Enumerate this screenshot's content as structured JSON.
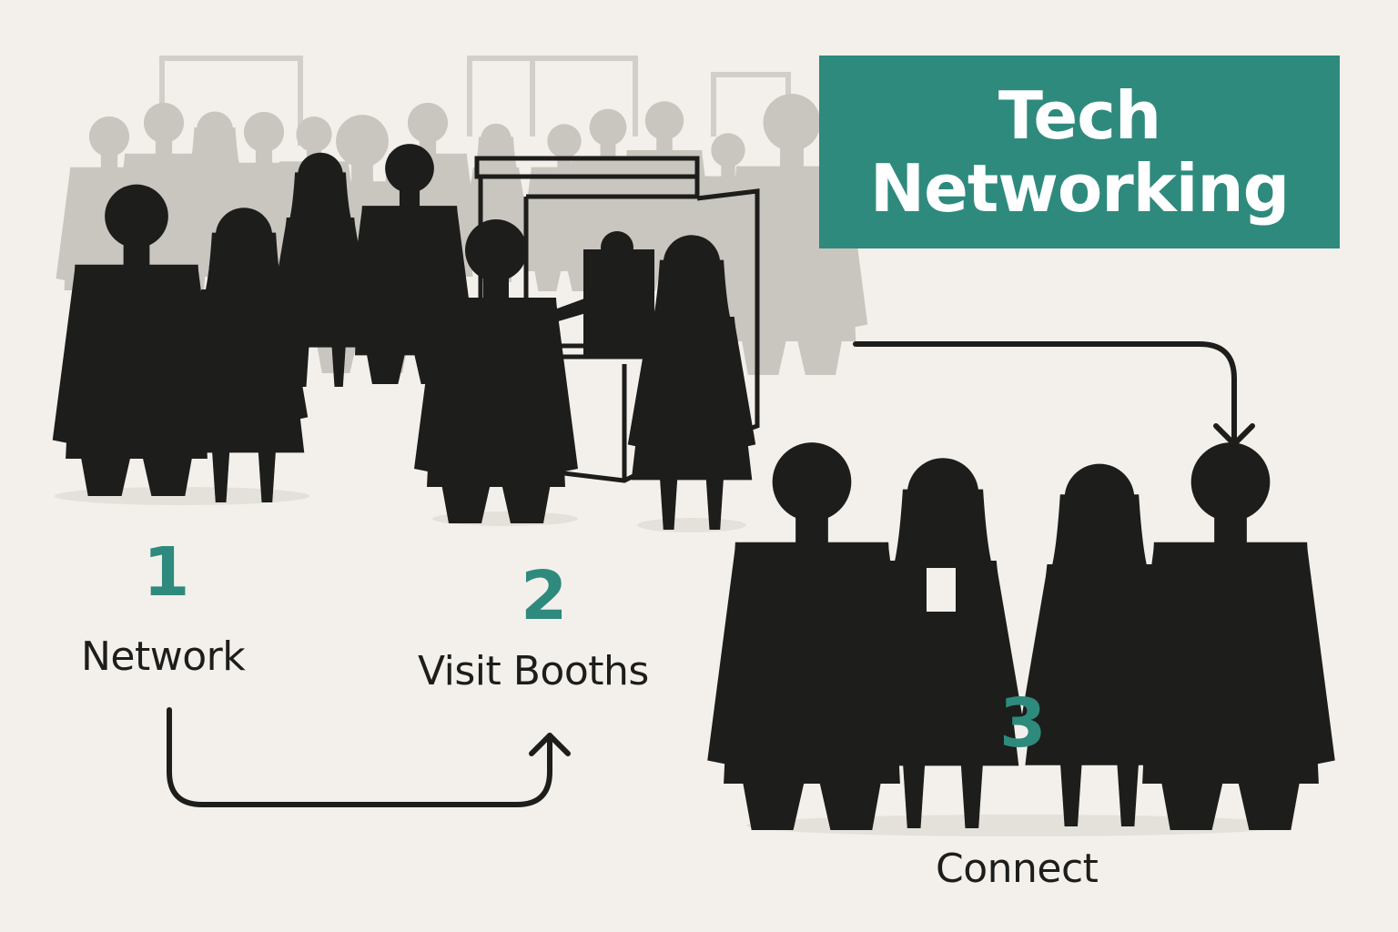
{
  "title": {
    "line1": "Tech",
    "line2": "Networking"
  },
  "steps": [
    {
      "number": "1",
      "label": "Network"
    },
    {
      "number": "2",
      "label": "Visit Booths"
    },
    {
      "number": "3",
      "label": "Connect"
    }
  ],
  "colors": {
    "accent": "#2e8a7d",
    "background": "#f3f0eb",
    "ink": "#1d1d1b",
    "crowd": "#c9c5bf"
  }
}
